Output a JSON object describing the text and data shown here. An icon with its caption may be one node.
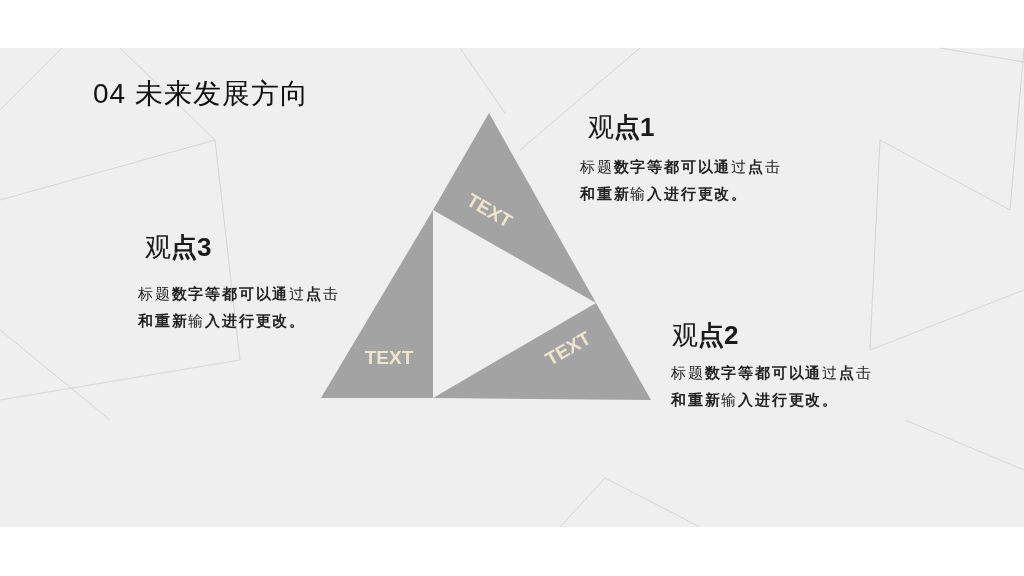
{
  "diagram": {
    "title": "04 未来发展方向",
    "nodes": [
      {
        "text": [
          "TEXT"
        ]
      },
      {
        "text": [
          "TEXT"
        ]
      },
      {
        "text": [
          "TEXT"
        ]
      }
    ],
    "labels": [
      "观**点1**",
      "标题**数字等都可以通**过**点**击**和重新**输**入进行更改。**",
      "观**点3**",
      "标题**数字等都可以通**过**点**击**和重新**输**入进行更改。**",
      "观**点2**",
      "标题**数字等都可以通**过**点**击**和重新**输**入进行更改。**"
    ]
  }
}
